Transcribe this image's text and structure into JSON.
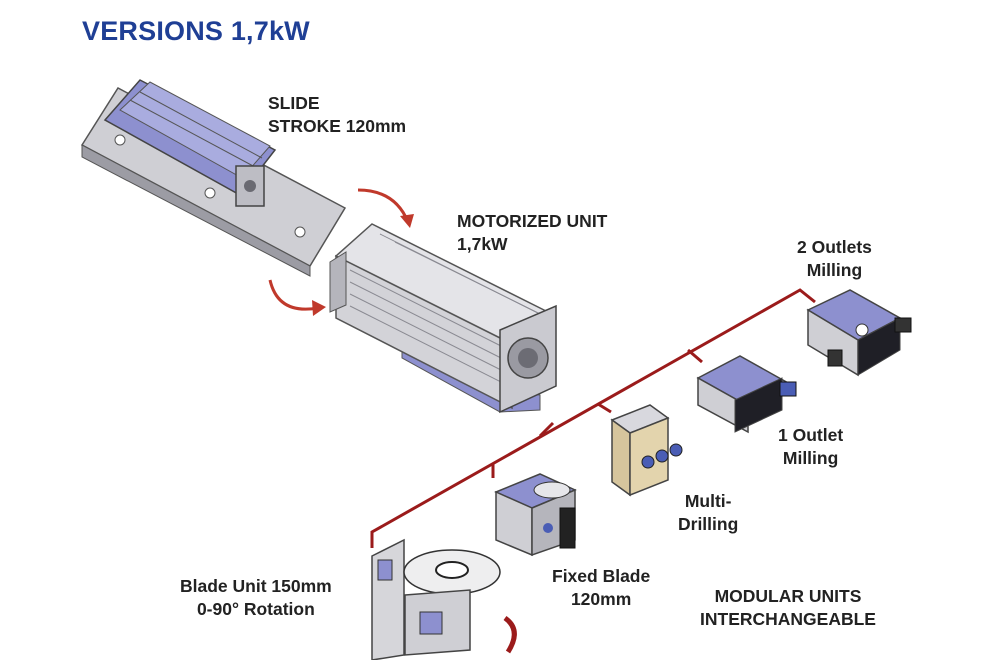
{
  "title": "VERSIONS 1,7kW",
  "labels": {
    "slide_line1": "SLIDE",
    "slide_line2": "STROKE 120mm",
    "motor_line1": "MOTORIZED UNIT",
    "motor_line2": "1,7kW",
    "two_outlets_line1": "2 Outlets",
    "two_outlets_line2": "Milling",
    "one_outlet_line1": "1 Outlet",
    "one_outlet_line2": "Milling",
    "multi_line1": "Multi-",
    "multi_line2": "Drilling",
    "fixed_line1": "Fixed Blade",
    "fixed_line2": "120mm",
    "blade_line1": "Blade Unit 150mm",
    "blade_line2": "0-90° Rotation",
    "modular_line1": "MODULAR UNITS",
    "modular_line2": "INTERCHANGEABLE"
  },
  "colors": {
    "title": "#1f3f95",
    "connector": "#9b1b1b",
    "arrow": "#c0392b",
    "metal": "#d8d8d8",
    "steel_blue": "#7b7fc4"
  }
}
